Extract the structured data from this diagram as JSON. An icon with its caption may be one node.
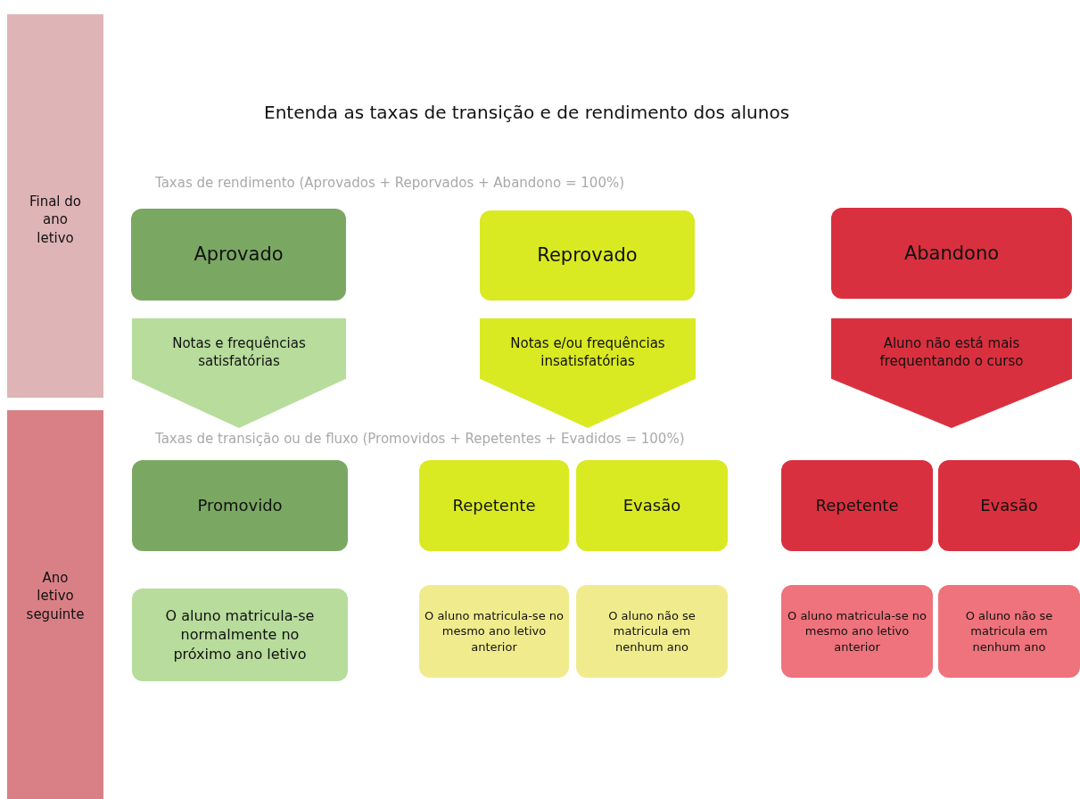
{
  "diagram": {
    "title": "Entenda as taxas de transição e de rendimento dos alunos",
    "nodes": [
      {
        "text": [
          "Final do ano letivo"
        ]
      },
      {
        "text": [
          "Ano letivo seguinte"
        ]
      },
      {
        "text": [
          "Aprovado"
        ]
      },
      {
        "text": [
          "Reprovado"
        ]
      },
      {
        "text": [
          "Abandono"
        ]
      },
      {
        "text": [
          "Notas e frequências satisfatórias"
        ]
      },
      {
        "text": [
          "Notas e/ou frequências insatisfatórias"
        ]
      },
      {
        "text": [
          "Aluno não está mais frequentando o curso"
        ]
      },
      {
        "text": [
          "Promovido"
        ]
      },
      {
        "text": [
          "Repetente"
        ]
      },
      {
        "text": [
          "Evasão"
        ]
      },
      {
        "text": [
          "Repetente"
        ]
      },
      {
        "text": [
          "Evasão"
        ]
      },
      {
        "text": [
          "O aluno matricula-se normalmente no próximo ano letivo"
        ]
      },
      {
        "text": [
          "O aluno matricula-se no mesmo ano letivo anterior"
        ]
      },
      {
        "text": [
          "O aluno não se matricula em nenhum ano"
        ]
      },
      {
        "text": [
          "O aluno matricula-se no mesmo ano letivo anterior"
        ]
      },
      {
        "text": [
          "O aluno não se matricula em nenhum ano"
        ]
      }
    ],
    "labels": [
      "Taxas de rendimento (Aprovados + Reporvados + Abandono = 100%)",
      "Taxas de transição ou de fluxo (Promovidos + Repetentes + Evadidos = 100%)"
    ]
  }
}
